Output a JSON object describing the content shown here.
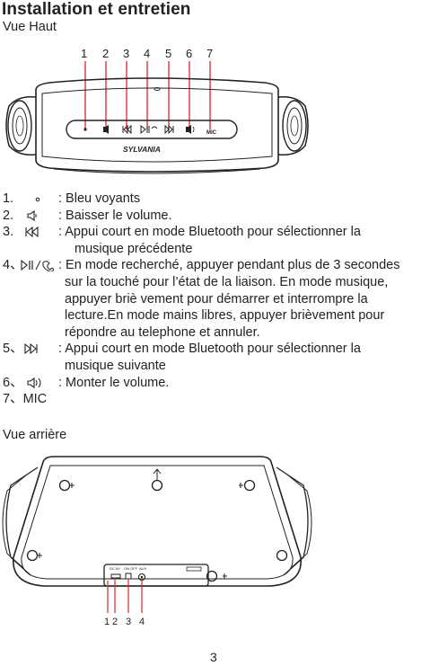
{
  "title": "Installation et entretien",
  "top_view_label": "Vue Haut",
  "top_callouts": [
    "1",
    "2",
    "3",
    "4",
    "5",
    "6",
    "7"
  ],
  "brand": "SYLVANIA",
  "mic_label": "MIC",
  "items": [
    {
      "num": "1.",
      "lines": [
        ": Bleu voyants"
      ]
    },
    {
      "num": "2.",
      "lines": [
        ": Baisser le volume."
      ]
    },
    {
      "num": "3.",
      "lines": [
        ": Appui court en mode Bluetooth pour sélectionner la",
        "musique précédente"
      ]
    },
    {
      "num": "4、",
      "lines": [
        ":  En mode recherché, appuyer pendant plus de 3 secondes",
        "sur la touché pour l’état de la liaison. En mode musique,",
        "appuyer briè vement pour démarrer et interrompre la",
        "lecture.En mode mains libres, appuyer brièvement pour",
        "répondre au telephone et annuler."
      ]
    },
    {
      "num": "5、",
      "lines": [
        ": Appui court en mode Bluetooth pour sélectionner la",
        "musique suivante"
      ]
    },
    {
      "num": "6、",
      "lines": [
        ": Monter le volume."
      ]
    },
    {
      "num": "7、MIC",
      "lines": []
    }
  ],
  "rear_view_label": "Vue arrière",
  "rear_panel_labels": [
    "DC 5V",
    "ON OFF",
    "AUX"
  ],
  "rear_callouts": [
    "1",
    "2",
    "3",
    "4"
  ],
  "page_number": "3"
}
